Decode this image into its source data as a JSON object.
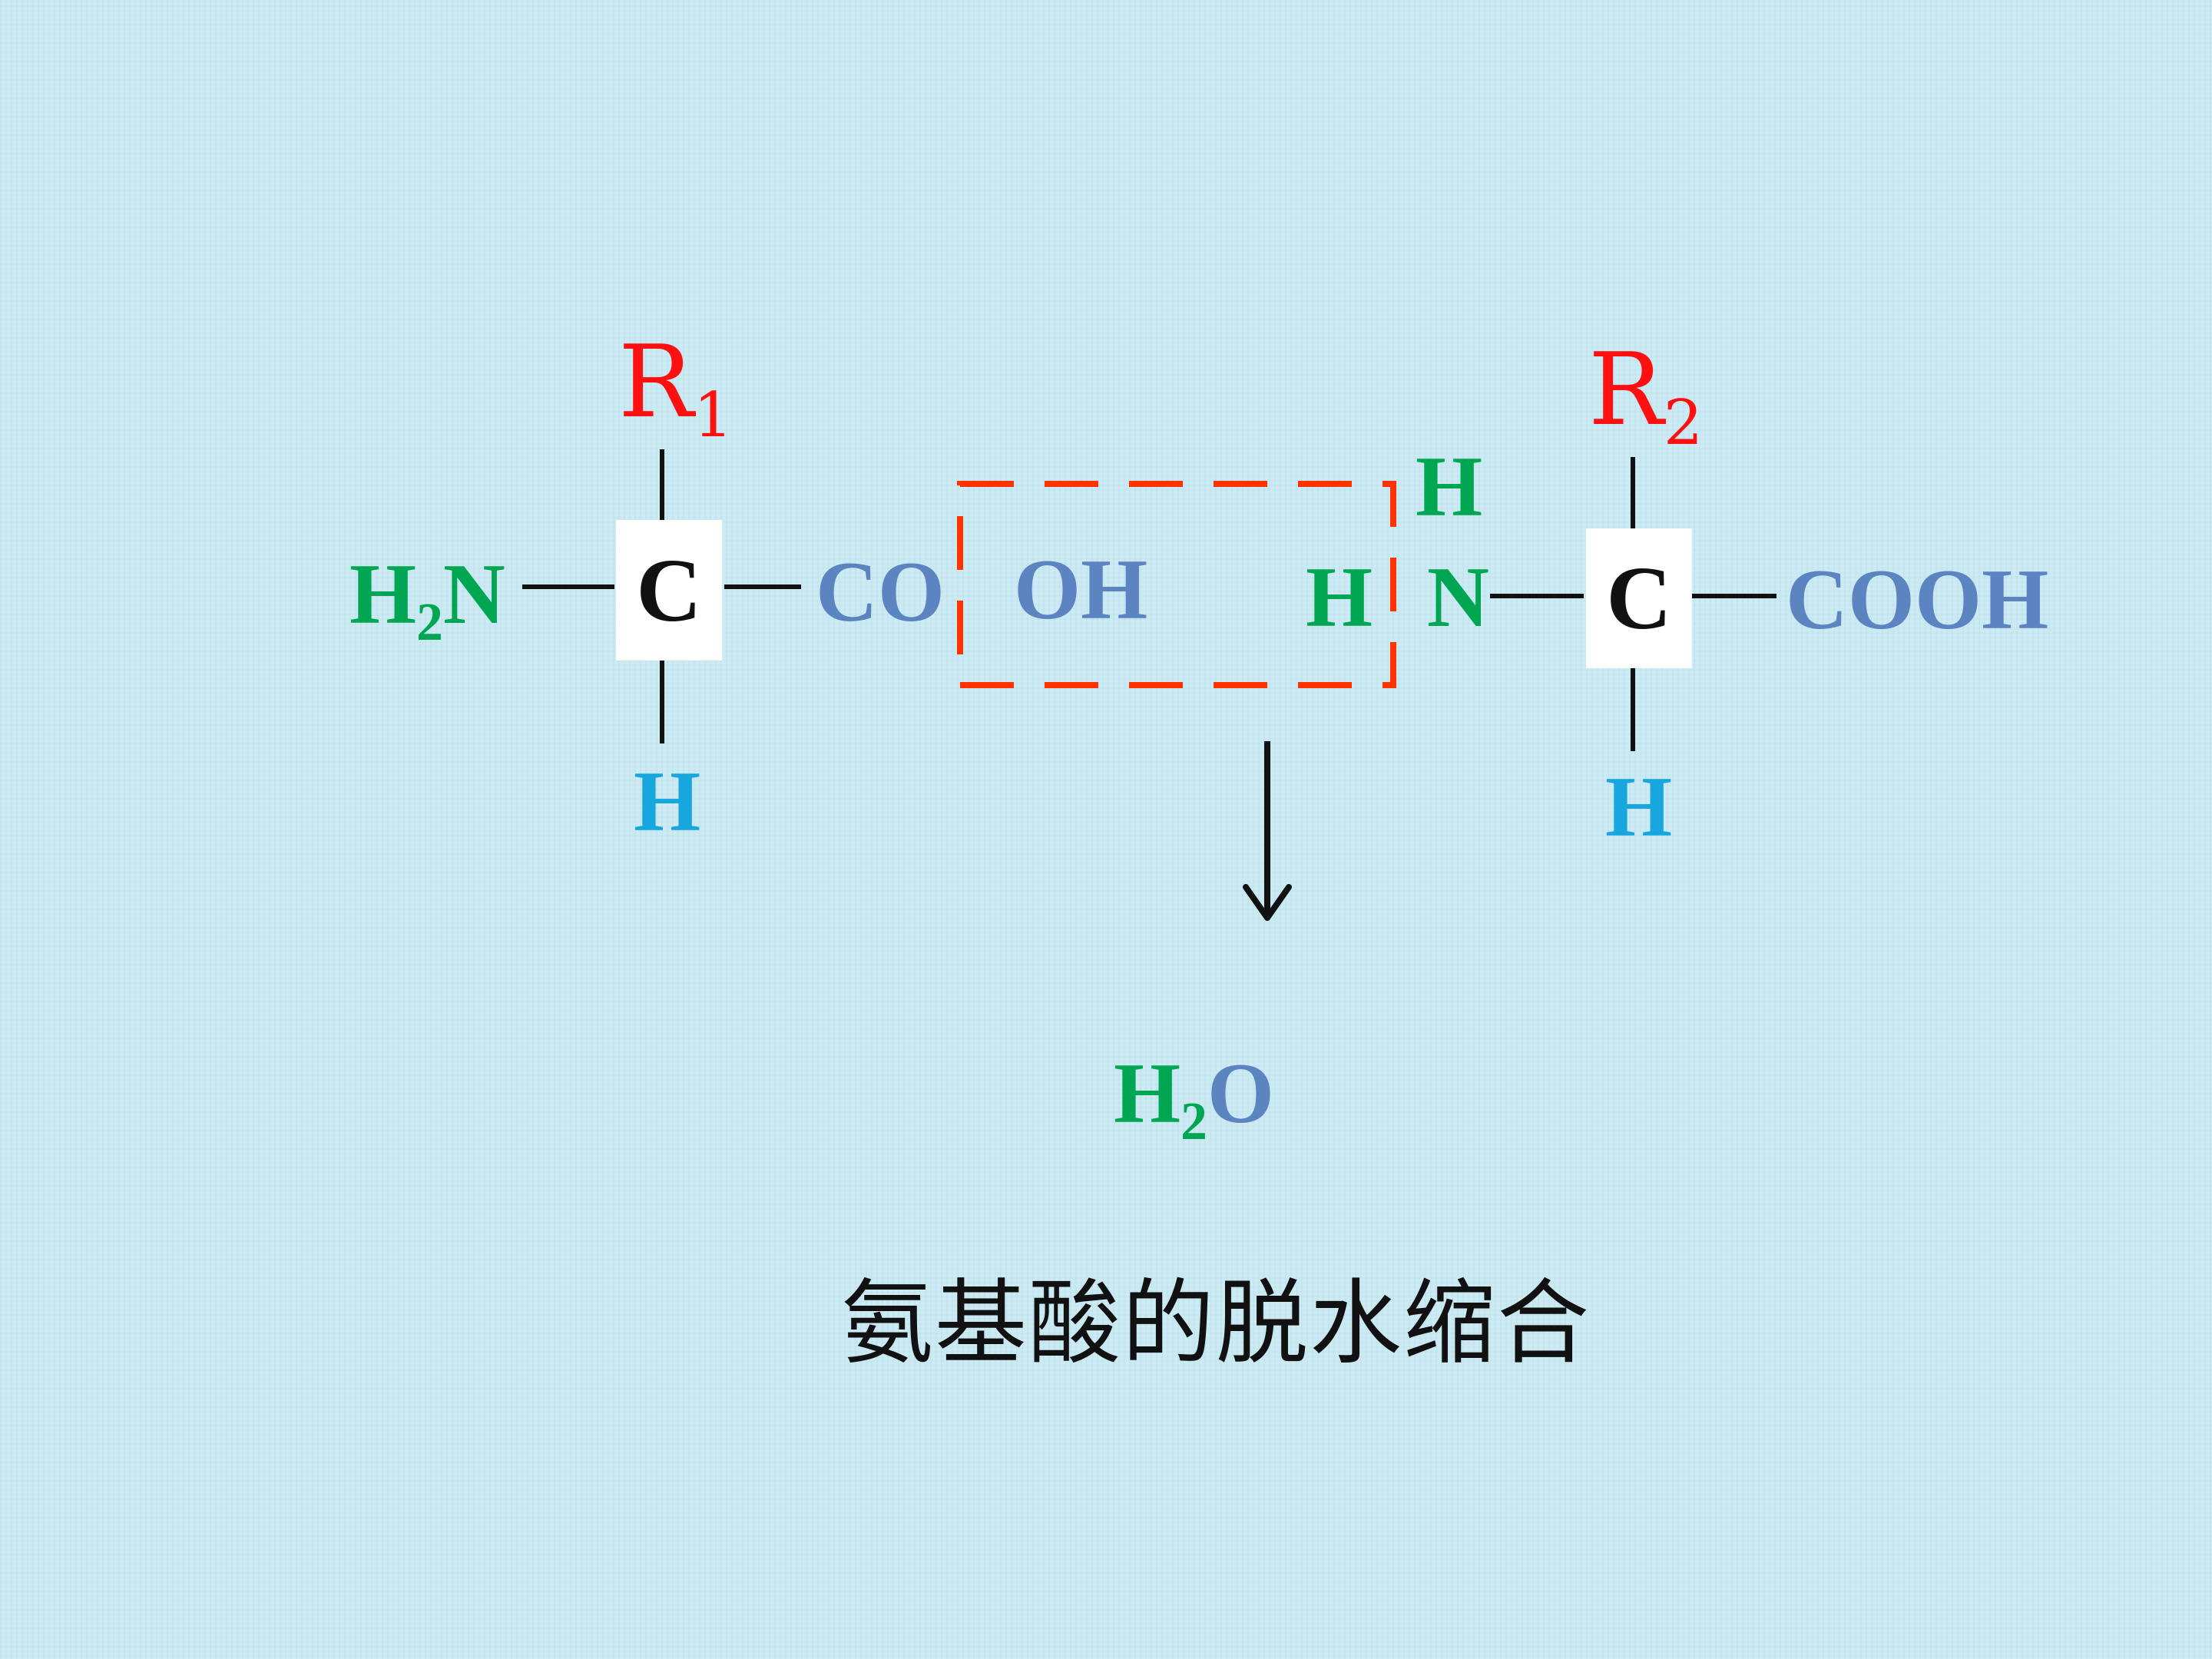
{
  "amino_acid_1": {
    "r_group": {
      "letter": "R",
      "index": "1"
    },
    "amino_group": {
      "h": "H",
      "subscript": "2",
      "n": "N"
    },
    "carbon": "C",
    "lower_h": "H",
    "carboxyl_co": "CO",
    "carboxyl_oh": "OH"
  },
  "amino_acid_2": {
    "r_group": {
      "letter": "R",
      "index": "2"
    },
    "upper_h": "H",
    "removed_h": "H",
    "nitrogen": "N",
    "carbon": "C",
    "lower_h": "H",
    "carboxyl": "COOH"
  },
  "product": {
    "h": "H",
    "subscript": "2",
    "o": "O"
  },
  "caption": "氨基酸的脱水缩合",
  "colors": {
    "amino_group": "#00a651",
    "carboxyl": "#5b84c0",
    "hydrogen": "#17a6dd",
    "r_group": "#ff1010",
    "dashed_box": "#ff3300",
    "background": "#c9e9f3"
  }
}
